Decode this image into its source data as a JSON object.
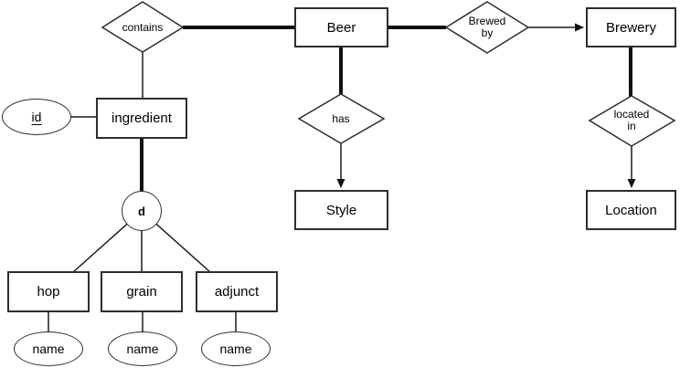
{
  "diagram": {
    "entities": {
      "beer": {
        "label": "Beer"
      },
      "brewery": {
        "label": "Brewery"
      },
      "ingredient": {
        "label": "ingredient"
      },
      "style": {
        "label": "Style"
      },
      "location": {
        "label": "Location"
      },
      "hop": {
        "label": "hop"
      },
      "grain": {
        "label": "grain"
      },
      "adjunct": {
        "label": "adjunct"
      }
    },
    "relationships": {
      "contains": {
        "label": "contains"
      },
      "brewed_by": {
        "label": "Brewed by"
      },
      "has": {
        "label": "has"
      },
      "located_in": {
        "label": "located in"
      }
    },
    "attributes": {
      "id": {
        "label": "id",
        "underlined": true
      },
      "hop_name": {
        "label": "name"
      },
      "grain_name": {
        "label": "name"
      },
      "adjunct_name": {
        "label": "name"
      }
    },
    "specialization": {
      "d": {
        "label": "d"
      }
    }
  },
  "colors": {
    "background": "#ffffff",
    "line_thin": "#1a1a1a",
    "line_thick": "#111111",
    "shape_border": "#2e2e2e",
    "shape_fill": "#ffffff",
    "text": "#000000"
  }
}
